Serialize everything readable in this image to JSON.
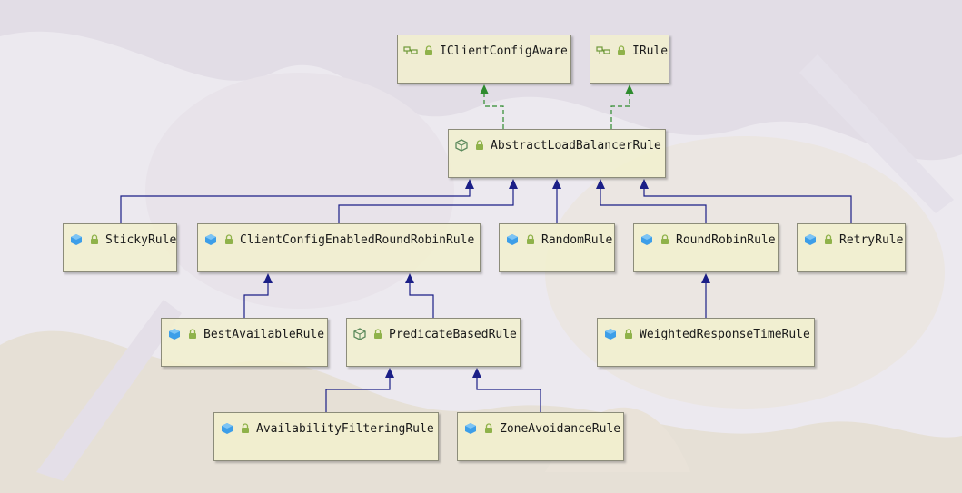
{
  "nodes": {
    "iclientconfigaware": {
      "label": "IClientConfigAware",
      "kind": "interface"
    },
    "irule": {
      "label": "IRule",
      "kind": "interface"
    },
    "abstractloadbalancerrule": {
      "label": "AbstractLoadBalancerRule",
      "kind": "abstract"
    },
    "stickyrule": {
      "label": "StickyRule",
      "kind": "class"
    },
    "clientconfigenabledroundrobinrule": {
      "label": "ClientConfigEnabledRoundRobinRule",
      "kind": "class"
    },
    "randomrule": {
      "label": "RandomRule",
      "kind": "class"
    },
    "roundrobinrule": {
      "label": "RoundRobinRule",
      "kind": "class"
    },
    "retryrule": {
      "label": "RetryRule",
      "kind": "class"
    },
    "bestavailablerule": {
      "label": "BestAvailableRule",
      "kind": "class"
    },
    "predicatebasedrule": {
      "label": "PredicateBasedRule",
      "kind": "abstract"
    },
    "weightedresponsetimerule": {
      "label": "WeightedResponseTimeRule",
      "kind": "class"
    },
    "availabilityfilteringrule": {
      "label": "AvailabilityFilteringRule",
      "kind": "class"
    },
    "zoneavoidancerule": {
      "label": "ZoneAvoidanceRule",
      "kind": "class"
    }
  },
  "edges": [
    {
      "from": "abstractloadbalancerrule",
      "to": "iclientconfigaware",
      "type": "implements"
    },
    {
      "from": "abstractloadbalancerrule",
      "to": "irule",
      "type": "implements"
    },
    {
      "from": "stickyrule",
      "to": "abstractloadbalancerrule",
      "type": "extends"
    },
    {
      "from": "clientconfigenabledroundrobinrule",
      "to": "abstractloadbalancerrule",
      "type": "extends"
    },
    {
      "from": "randomrule",
      "to": "abstractloadbalancerrule",
      "type": "extends"
    },
    {
      "from": "roundrobinrule",
      "to": "abstractloadbalancerrule",
      "type": "extends"
    },
    {
      "from": "retryrule",
      "to": "abstractloadbalancerrule",
      "type": "extends"
    },
    {
      "from": "bestavailablerule",
      "to": "clientconfigenabledroundrobinrule",
      "type": "extends"
    },
    {
      "from": "predicatebasedrule",
      "to": "clientconfigenabledroundrobinrule",
      "type": "extends"
    },
    {
      "from": "weightedresponsetimerule",
      "to": "roundrobinrule",
      "type": "extends"
    },
    {
      "from": "availabilityfilteringrule",
      "to": "predicatebasedrule",
      "type": "extends"
    },
    {
      "from": "zoneavoidancerule",
      "to": "predicatebasedrule",
      "type": "extends"
    }
  ],
  "colors": {
    "extends_edge": "#1b1f87",
    "implements_edge": "#2e8b2e",
    "node_fill": "#f2f0ce",
    "class_icon": "#3d9ee8",
    "abstract_icon": "#5c8a5c",
    "interface_icon": "#6f9a3a",
    "lock_icon": "#8fb24a"
  },
  "icons": {
    "class": "class-icon",
    "abstract": "abstract-class-icon",
    "interface": "interface-icon",
    "access": "lock-icon"
  }
}
